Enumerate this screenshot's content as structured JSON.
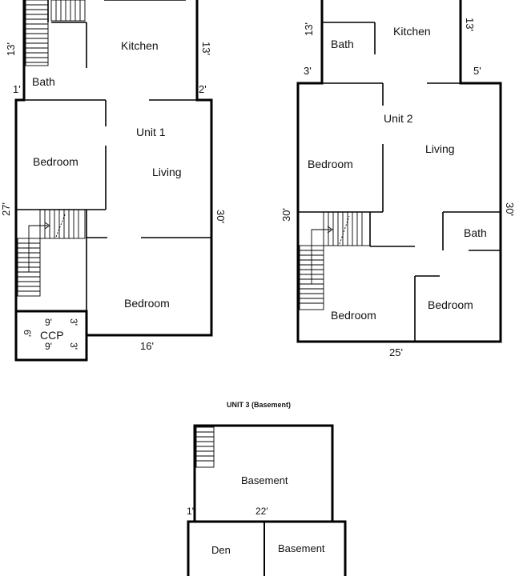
{
  "unit1": {
    "rooms": {
      "kitchen": "Kitchen",
      "bath": "Bath",
      "unit_label": "Unit 1",
      "bedroom_left": "Bedroom",
      "living": "Living",
      "bedroom_bottom": "Bedroom",
      "ccp": "CCP"
    },
    "dims": {
      "d13_left": "13'",
      "d13_right": "13'",
      "d1": "1'",
      "d2": "2'",
      "d27": "27'",
      "d30": "30'",
      "d16": "16'",
      "ccp_9_top": "9'",
      "ccp_9_bottom": "9'",
      "ccp_6": "6'",
      "ccp_3_top": "3'",
      "ccp_3_bottom": "3'"
    }
  },
  "unit2": {
    "rooms": {
      "bath_top": "Bath",
      "kitchen": "Kitchen",
      "unit_label": "Unit 2",
      "living": "Living",
      "bedroom_left": "Bedroom",
      "bath_right": "Bath",
      "bedroom_bottom": "Bedroom",
      "bedroom_right": "Bedroom"
    },
    "dims": {
      "d13_left": "13'",
      "d13_right": "13'",
      "d3": "3'",
      "d5": "5'",
      "d30_left": "30'",
      "d30_right": "30'",
      "d25": "25'"
    }
  },
  "unit3": {
    "title": "UNIT 3 (Basement)",
    "rooms": {
      "basement_top": "Basement",
      "den": "Den",
      "basement_bottom": "Basement"
    },
    "dims": {
      "d1": "1'",
      "d22": "22'"
    }
  }
}
